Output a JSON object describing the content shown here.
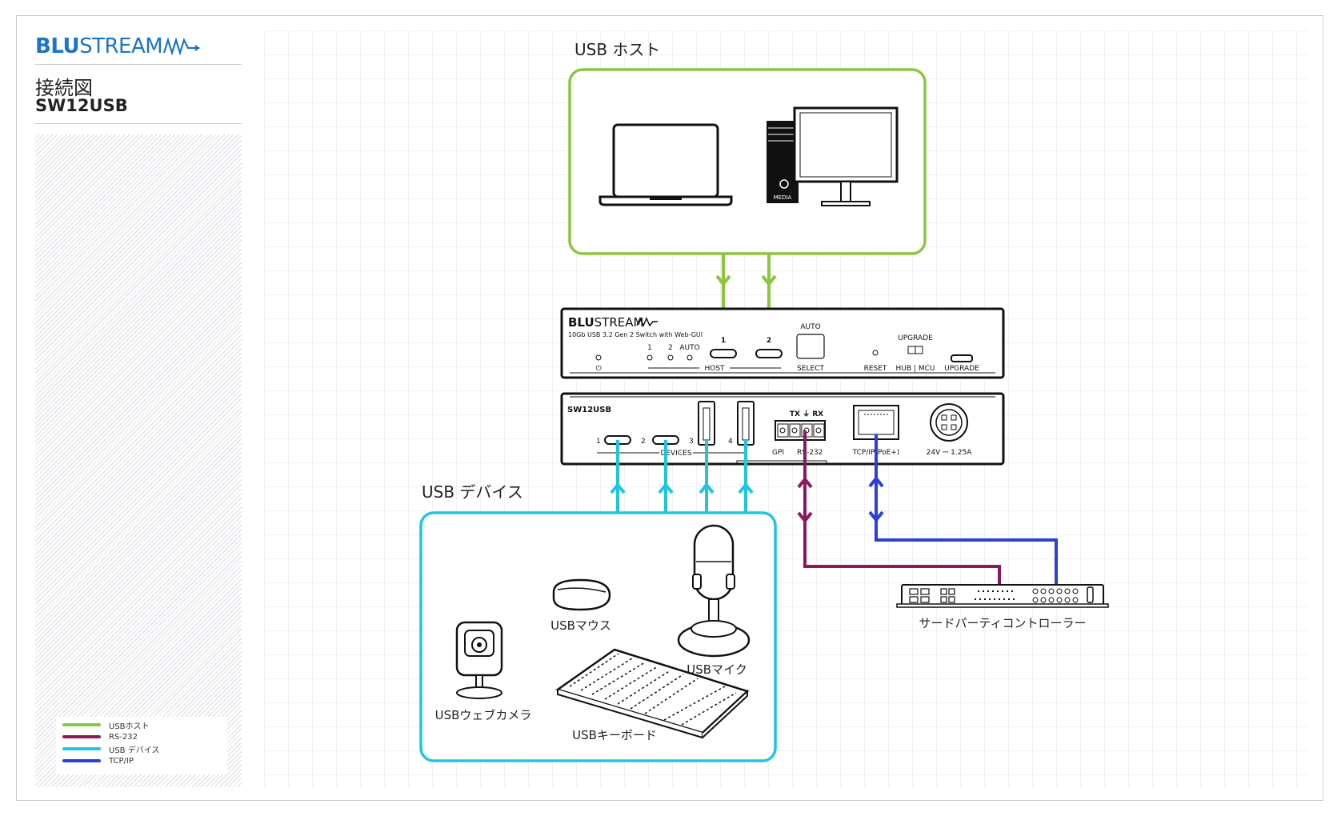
{
  "brand": {
    "name_bold": "BLU",
    "name_rest": "STREAM"
  },
  "header": {
    "title": "接続図",
    "model": "SW12USB"
  },
  "colors": {
    "usb_host": "#8cc63f",
    "rs232": "#8b1a5c",
    "usb_device": "#1fc6e0",
    "tcpip": "#2c3fd6",
    "brand": "#1e73c8"
  },
  "legend": [
    {
      "label": "USBホスト",
      "color": "#8cc63f"
    },
    {
      "label": "RS-232",
      "color": "#8b1a5c"
    },
    {
      "label": "USB デバイス",
      "color": "#1fc6e0"
    },
    {
      "label": "TCP/IP",
      "color": "#2c3fd6"
    }
  ],
  "groups": {
    "host_title": "USB ホスト",
    "device_title": "USB デバイス"
  },
  "host_pc": {
    "media_label": "MEDIA"
  },
  "front_panel": {
    "brand_bold": "BLU",
    "brand_rest": "STREAM",
    "subtitle": "10Gb USB 3.2 Gen 2 Switch with Web-GUI",
    "led_labels": [
      "1",
      "2",
      "AUTO"
    ],
    "host_port_labels": [
      "1",
      "2"
    ],
    "host_label": "HOST",
    "auto_label": "AUTO",
    "select_label": "SELECT",
    "reset_label": "RESET",
    "upgrade_switch_label": "UPGRADE",
    "hub_mcu_label": "HUB | MCU",
    "upgrade_port_label": "UPGRADE"
  },
  "rear_panel": {
    "model": "SW12USB",
    "device_port_labels": [
      "1",
      "2",
      "3",
      "4"
    ],
    "devices_label": "DEVICES",
    "txrx_label": "TX ⏚ RX",
    "gpi_label": "GPI",
    "rs232_label": "RS-232",
    "tcpip_label": "TCP/IP(PoE+)",
    "power_label": "24V ⎓ 1.25A"
  },
  "devices": {
    "mouse": "USBマウス",
    "mic": "USBマイク",
    "camera": "USBウェブカメラ",
    "keyboard": "USBキーボード"
  },
  "controller": {
    "label": "サードパーティコントローラー"
  }
}
